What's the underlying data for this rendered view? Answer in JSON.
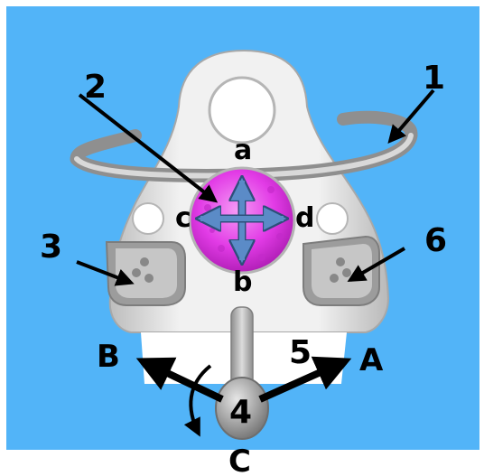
{
  "colors": {
    "background": "#52b4f8",
    "device_body": "#e4e4e4",
    "device_shadow": "#9a9a9a",
    "ball": "#e23be6",
    "direction_arrows": "#5b8bc7",
    "pointer_arrows": "#000000"
  },
  "labels": {
    "n1": "1",
    "n2": "2",
    "n3": "3",
    "n4": "4",
    "n5": "5",
    "n6": "6",
    "a": "a",
    "b": "b",
    "c": "c",
    "d": "d",
    "A": "A",
    "B": "B",
    "C": "C"
  }
}
